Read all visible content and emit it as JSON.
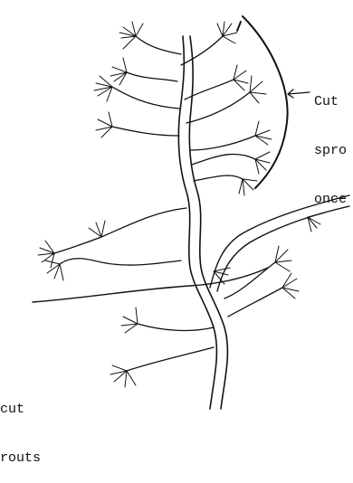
{
  "figure": {
    "stroke_color": "#111111",
    "background": "#ffffff",
    "subject": "pine-seedling-pruning-sketch"
  },
  "annotations": {
    "top_right": {
      "lines": [
        "Cut",
        "spro",
        "once"
      ]
    },
    "bottom_left": {
      "lines": [
        "cut",
        "routs"
      ]
    }
  }
}
